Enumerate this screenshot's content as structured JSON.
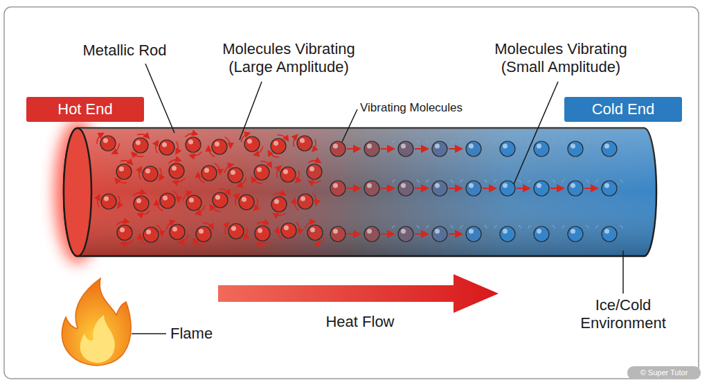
{
  "diagram": {
    "nodes": [
      {
        "text": [
          "Hot End"
        ]
      },
      {
        "text": [
          "Cold End"
        ]
      }
    ],
    "labels": [
      "Metallic Rod",
      "Molecules Vibrating (Large Amplitude)",
      "Vibrating Molecules",
      "Molecules Vibrating (Small Amplitude)",
      "Flame",
      "Heat Flow",
      "Ice/Cold Environment",
      "© Super Tutor"
    ]
  }
}
